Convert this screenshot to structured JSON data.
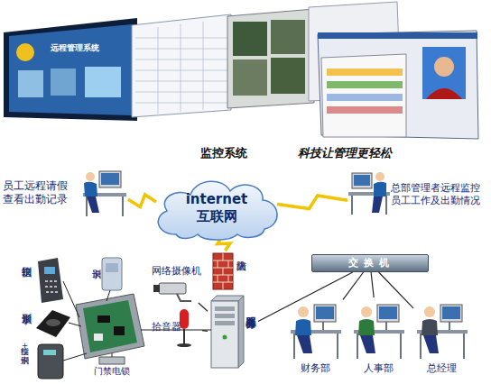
{
  "diagram": {
    "title": "监控系统",
    "nodes": [
      {
        "text": [
          "internet 互联网"
        ]
      },
      {
        "text": [
          "员工远程请假 查看出勤记录"
        ]
      },
      {
        "text": [
          "总部管理者远程监控 员工工作及出勤情况"
        ]
      },
      {
        "text": [
          "防火墙"
        ]
      },
      {
        "text": [
          "网络摄像机"
        ]
      },
      {
        "text": [
          "服务器"
        ]
      },
      {
        "text": [
          "交换机"
        ]
      },
      {
        "text": [
          "拾音器"
        ]
      },
      {
        "text": [
          "指纹识别"
        ]
      },
      {
        "text": [
          "卡识别"
        ]
      },
      {
        "text": [
          "掌形识别"
        ]
      },
      {
        "text": [
          "指纹+卡识别"
        ]
      },
      {
        "text": [
          "门禁电锁"
        ]
      },
      {
        "text": [
          "财务部"
        ]
      },
      {
        "text": [
          "人事部"
        ]
      },
      {
        "text": [
          "总经理"
        ]
      }
    ],
    "edges": [
      {
        "from": 1,
        "to": 0,
        "arrow": "none"
      },
      {
        "from": 0,
        "to": 2,
        "arrow": "none"
      },
      {
        "from": 0,
        "to": 3,
        "arrow": "none"
      },
      {
        "from": 4,
        "to": 5,
        "arrow": "none"
      },
      {
        "from": 7,
        "to": 5,
        "arrow": "none"
      },
      {
        "from": 5,
        "to": 6,
        "arrow": "none"
      },
      {
        "from": 6,
        "to": 13,
        "arrow": "none"
      },
      {
        "from": 6,
        "to": 14,
        "arrow": "none"
      },
      {
        "from": 6,
        "to": 15,
        "arrow": "none"
      }
    ],
    "labels": [
      "科技让管理更轻松",
      "远程管理系统"
    ]
  }
}
